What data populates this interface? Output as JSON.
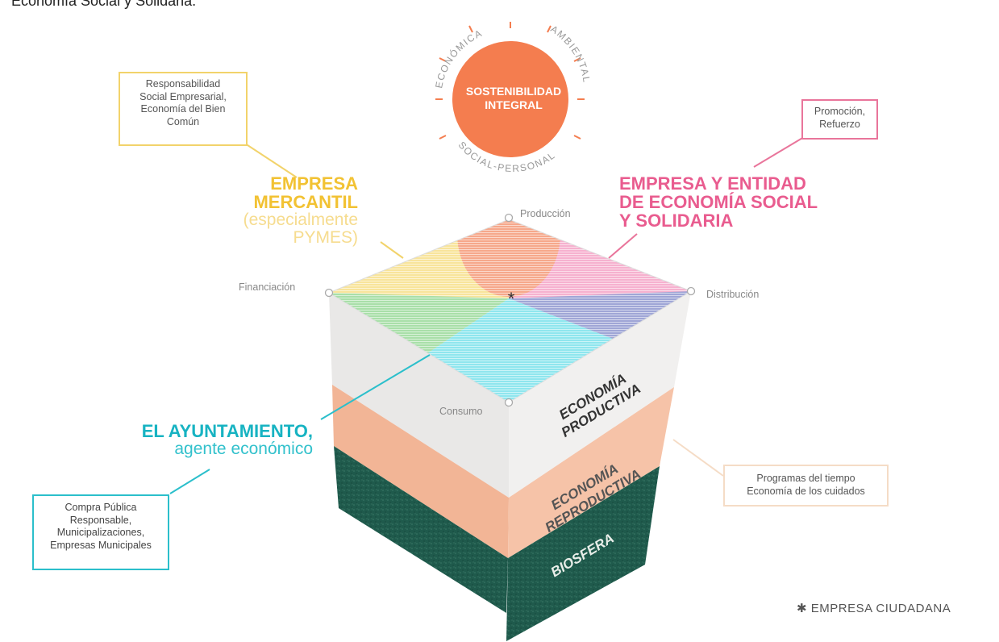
{
  "header": {
    "caption": "Economía Social y Solidaria."
  },
  "sun": {
    "title_line1": "SOSTENIBILIDAD",
    "title_line2": "INTEGRAL",
    "arc_left": "ECONÓMICA",
    "arc_right": "AMBIENTAL",
    "arc_bottom": "SOCIAL-PERSONAL",
    "color": "#f47d4f"
  },
  "boxes": {
    "mercantil_note": [
      "Responsabilidad",
      "Social Empresarial,",
      "Economía del Bien",
      "Común"
    ],
    "social_note": [
      "Promoción,",
      "Refuerzo"
    ],
    "ayuntamiento_note": [
      "Compra Pública",
      "Responsable,",
      "Municipalizaciones,",
      "Empresas Municipales"
    ],
    "reproductiva_note": [
      "Programas del tiempo",
      "Economía de los cuidados"
    ]
  },
  "agents": {
    "mercantil": {
      "title_line1": "EMPRESA",
      "title_line2": "MERCANTIL",
      "sub_line1": "(especialmente",
      "sub_line2": "PYMES)",
      "color": "#f2c233"
    },
    "social": {
      "line1": "EMPRESA Y ENTIDAD",
      "line2": "DE ECONOMÍA SOCIAL",
      "line3": "Y SOLIDARIA",
      "color": "#e95c8f"
    },
    "ayuntamiento": {
      "title": "EL AYUNTAMIENTO,",
      "sub": "agente económico",
      "color": "#17b3c2"
    }
  },
  "corners": {
    "top": "Producción",
    "left": "Financiación",
    "right": "Distribución",
    "bottom": "Consumo"
  },
  "layers": {
    "productiva_line1": "ECONOMÍA",
    "productiva_line2": "PRODUCTIVA",
    "reproductiva_line1": "ECONOMÍA",
    "reproductiva_line2": "REPRODUCTIVA",
    "biosfera": "BIOSFERA"
  },
  "center_mark": "*",
  "footer": {
    "legend": "✱ EMPRESA CIUDADANA"
  }
}
